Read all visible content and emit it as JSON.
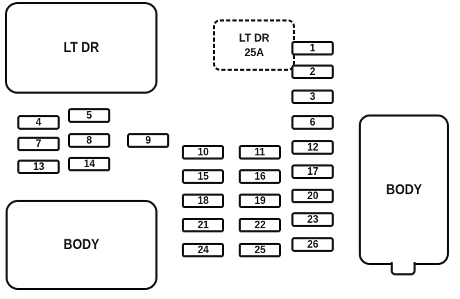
{
  "diagram": {
    "type": "fuse-box-diagram",
    "colors": {
      "background": "#ffffff",
      "line": "#161616"
    },
    "blocks": {
      "lt_dr": {
        "label": "LT DR"
      },
      "spare_fuse": {
        "line1": "LT DR",
        "line2": "25A"
      },
      "body_left": {
        "label": "BODY"
      },
      "body_right": {
        "label": "BODY"
      }
    },
    "fuses": [
      {
        "n": "1"
      },
      {
        "n": "2"
      },
      {
        "n": "3"
      },
      {
        "n": "4"
      },
      {
        "n": "5"
      },
      {
        "n": "6"
      },
      {
        "n": "7"
      },
      {
        "n": "8"
      },
      {
        "n": "9"
      },
      {
        "n": "10"
      },
      {
        "n": "11"
      },
      {
        "n": "12"
      },
      {
        "n": "13"
      },
      {
        "n": "14"
      },
      {
        "n": "15"
      },
      {
        "n": "16"
      },
      {
        "n": "17"
      },
      {
        "n": "18"
      },
      {
        "n": "19"
      },
      {
        "n": "20"
      },
      {
        "n": "21"
      },
      {
        "n": "22"
      },
      {
        "n": "23"
      },
      {
        "n": "24"
      },
      {
        "n": "25"
      },
      {
        "n": "26"
      }
    ]
  }
}
